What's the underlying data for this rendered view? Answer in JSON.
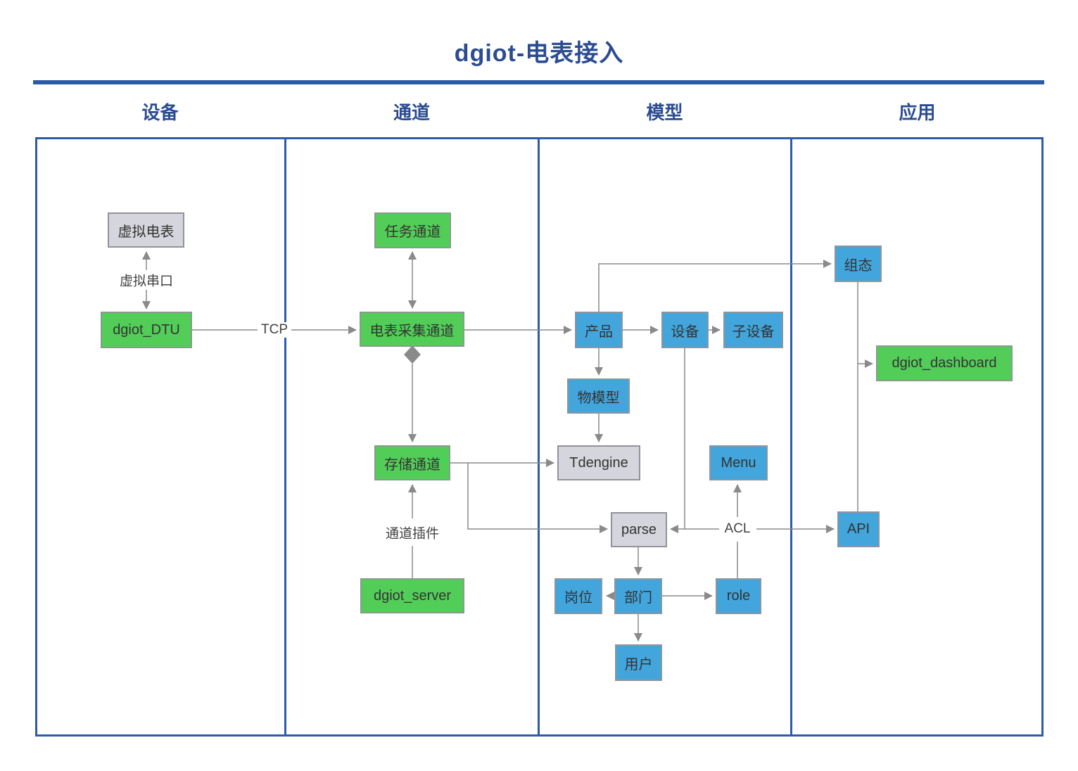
{
  "title": "dgiot-电表接入",
  "lanes": [
    {
      "label": "设备"
    },
    {
      "label": "通道"
    },
    {
      "label": "模型"
    },
    {
      "label": "应用"
    }
  ],
  "nodes": {
    "virtual_meter": "虚拟电表",
    "dgiot_dtu": "dgiot_DTU",
    "task_channel": "任务通道",
    "meter_collect_channel": "电表采集通道",
    "storage_channel": "存储通道",
    "dgiot_server": "dgiot_server",
    "product": "产品",
    "device": "设备",
    "sub_device": "子设备",
    "thing_model": "物模型",
    "tdengine": "Tdengine",
    "menu": "Menu",
    "parse": "parse",
    "post": "岗位",
    "department": "部门",
    "role": "role",
    "user": "用户",
    "config": "组态",
    "dashboard": "dgiot_dashboard",
    "api": "API"
  },
  "edge_labels": {
    "virtual_serial": "虚拟串口",
    "tcp": "TCP",
    "channel_plugin": "通道插件",
    "acl": "ACL"
  },
  "colors": {
    "title_text": "#2b4c92",
    "lane_border": "#2e5ba8",
    "node_green": "#52ce58",
    "node_blue": "#42a5dc",
    "node_gray": "#d5d5dd",
    "connector": "#8a8a8a"
  }
}
